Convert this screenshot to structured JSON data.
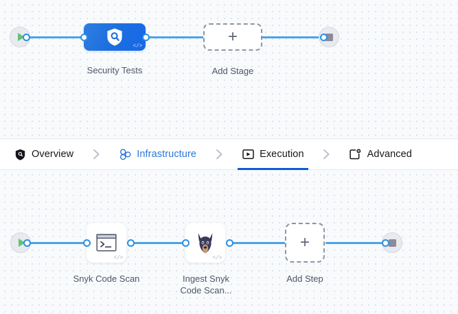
{
  "tabs": [
    {
      "id": "overview",
      "label": "Overview",
      "icon": "shield-icon",
      "state": "default"
    },
    {
      "id": "infrastructure",
      "label": "Infrastructure",
      "icon": "cluster-icon",
      "state": "link"
    },
    {
      "id": "execution",
      "label": "Execution",
      "icon": "play-box-icon",
      "state": "active"
    },
    {
      "id": "advanced",
      "label": "Advanced",
      "icon": "box-gear-icon",
      "state": "default"
    }
  ],
  "tab_separator_icon": "chevron-right-icon",
  "stage_graph": {
    "start_icon": "play-icon",
    "end_icon": "stop-icon",
    "nodes": [
      {
        "id": "security-tests",
        "label": "Security Tests",
        "icon": "shield-search-icon",
        "badge": "</>",
        "kind": "stage"
      },
      {
        "id": "add-stage",
        "label": "Add Stage",
        "icon": "plus-icon",
        "badge": "",
        "kind": "add"
      }
    ]
  },
  "step_graph": {
    "start_icon": "play-icon",
    "end_icon": "stop-icon",
    "nodes": [
      {
        "id": "snyk-code-scan",
        "label": "Snyk Code Scan",
        "icon": "terminal-icon",
        "badge": "</>",
        "kind": "step"
      },
      {
        "id": "ingest-snyk-code-scan",
        "label": "Ingest Snyk\nCode Scan...",
        "icon": "snyk-dog-icon",
        "badge": "</>",
        "kind": "step"
      },
      {
        "id": "add-step",
        "label": "Add Step",
        "icon": "plus-icon",
        "badge": "",
        "kind": "add"
      }
    ]
  },
  "colors": {
    "edge": "#4aa3e8",
    "accent": "#0b5cd5",
    "link": "#2a76d8",
    "stage_node": "#1e6fe0",
    "canvas_bg": "#f8fafc",
    "grid_dot": "#d5dde8",
    "play_green": "#66c273",
    "stop_gray": "#8b8b99"
  },
  "plus_glyph": "+"
}
